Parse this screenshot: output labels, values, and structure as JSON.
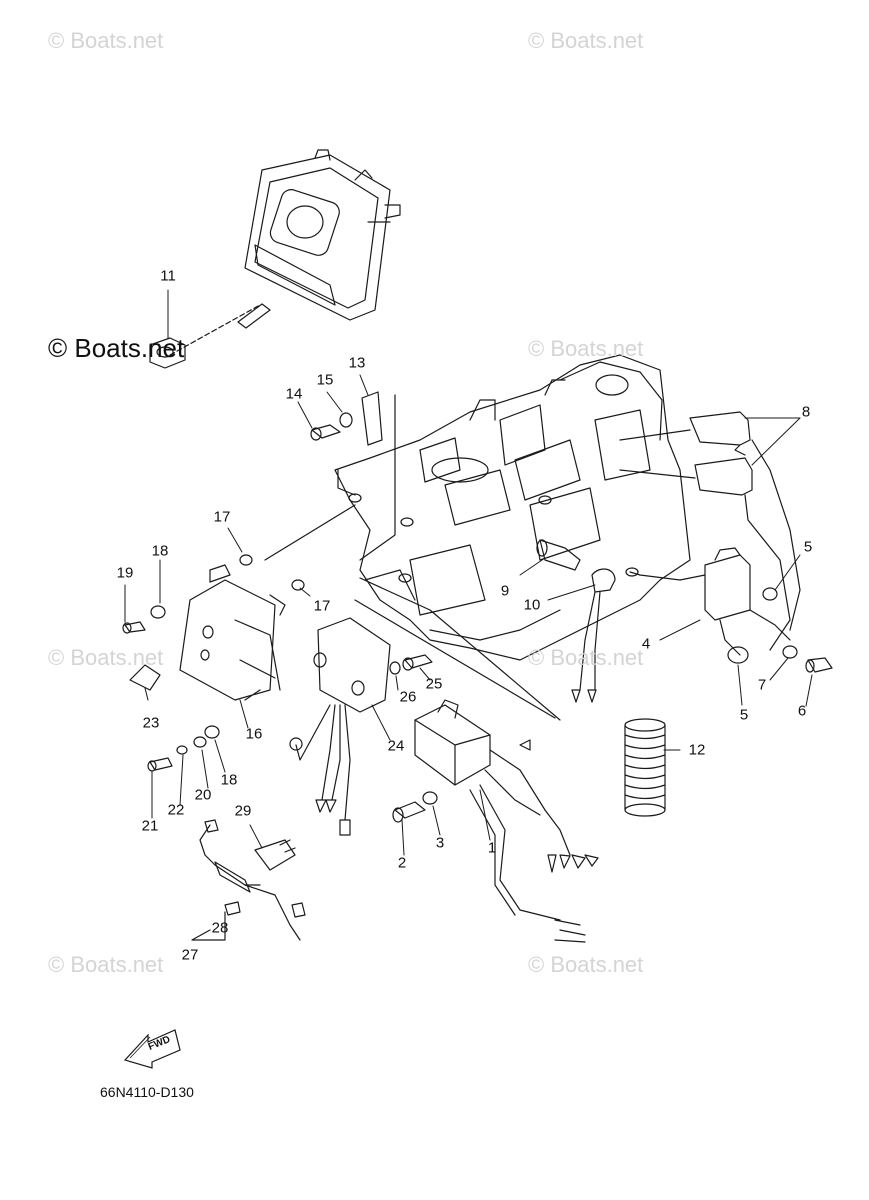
{
  "watermarks": {
    "w1": "© Boats.net",
    "w2": "© Boats.net",
    "w3": "© Boats.net",
    "w4": "© Boats.net",
    "w5": "© Boats.net",
    "w6": "© Boats.net",
    "w7": "© Boats.net",
    "w8": "© Boats.net"
  },
  "callouts": {
    "c1": "1",
    "c2": "2",
    "c3": "3",
    "c4": "4",
    "c5a": "5",
    "c5b": "5",
    "c6": "6",
    "c7": "7",
    "c8": "8",
    "c9": "9",
    "c10": "10",
    "c11": "11",
    "c12": "12",
    "c13": "13",
    "c14": "14",
    "c15": "15",
    "c16": "16",
    "c17a": "17",
    "c17b": "17",
    "c18a": "18",
    "c18b": "18",
    "c19": "19",
    "c20": "20",
    "c21": "21",
    "c22": "22",
    "c23": "23",
    "c24": "24",
    "c25": "25",
    "c26": "26",
    "c27": "27",
    "c28": "28",
    "c29": "29"
  },
  "fwd_label": "FWD",
  "diagram_code": "66N4110-D130",
  "colors": {
    "line": "#1a1a1a",
    "watermark": "#d4d4d4"
  }
}
